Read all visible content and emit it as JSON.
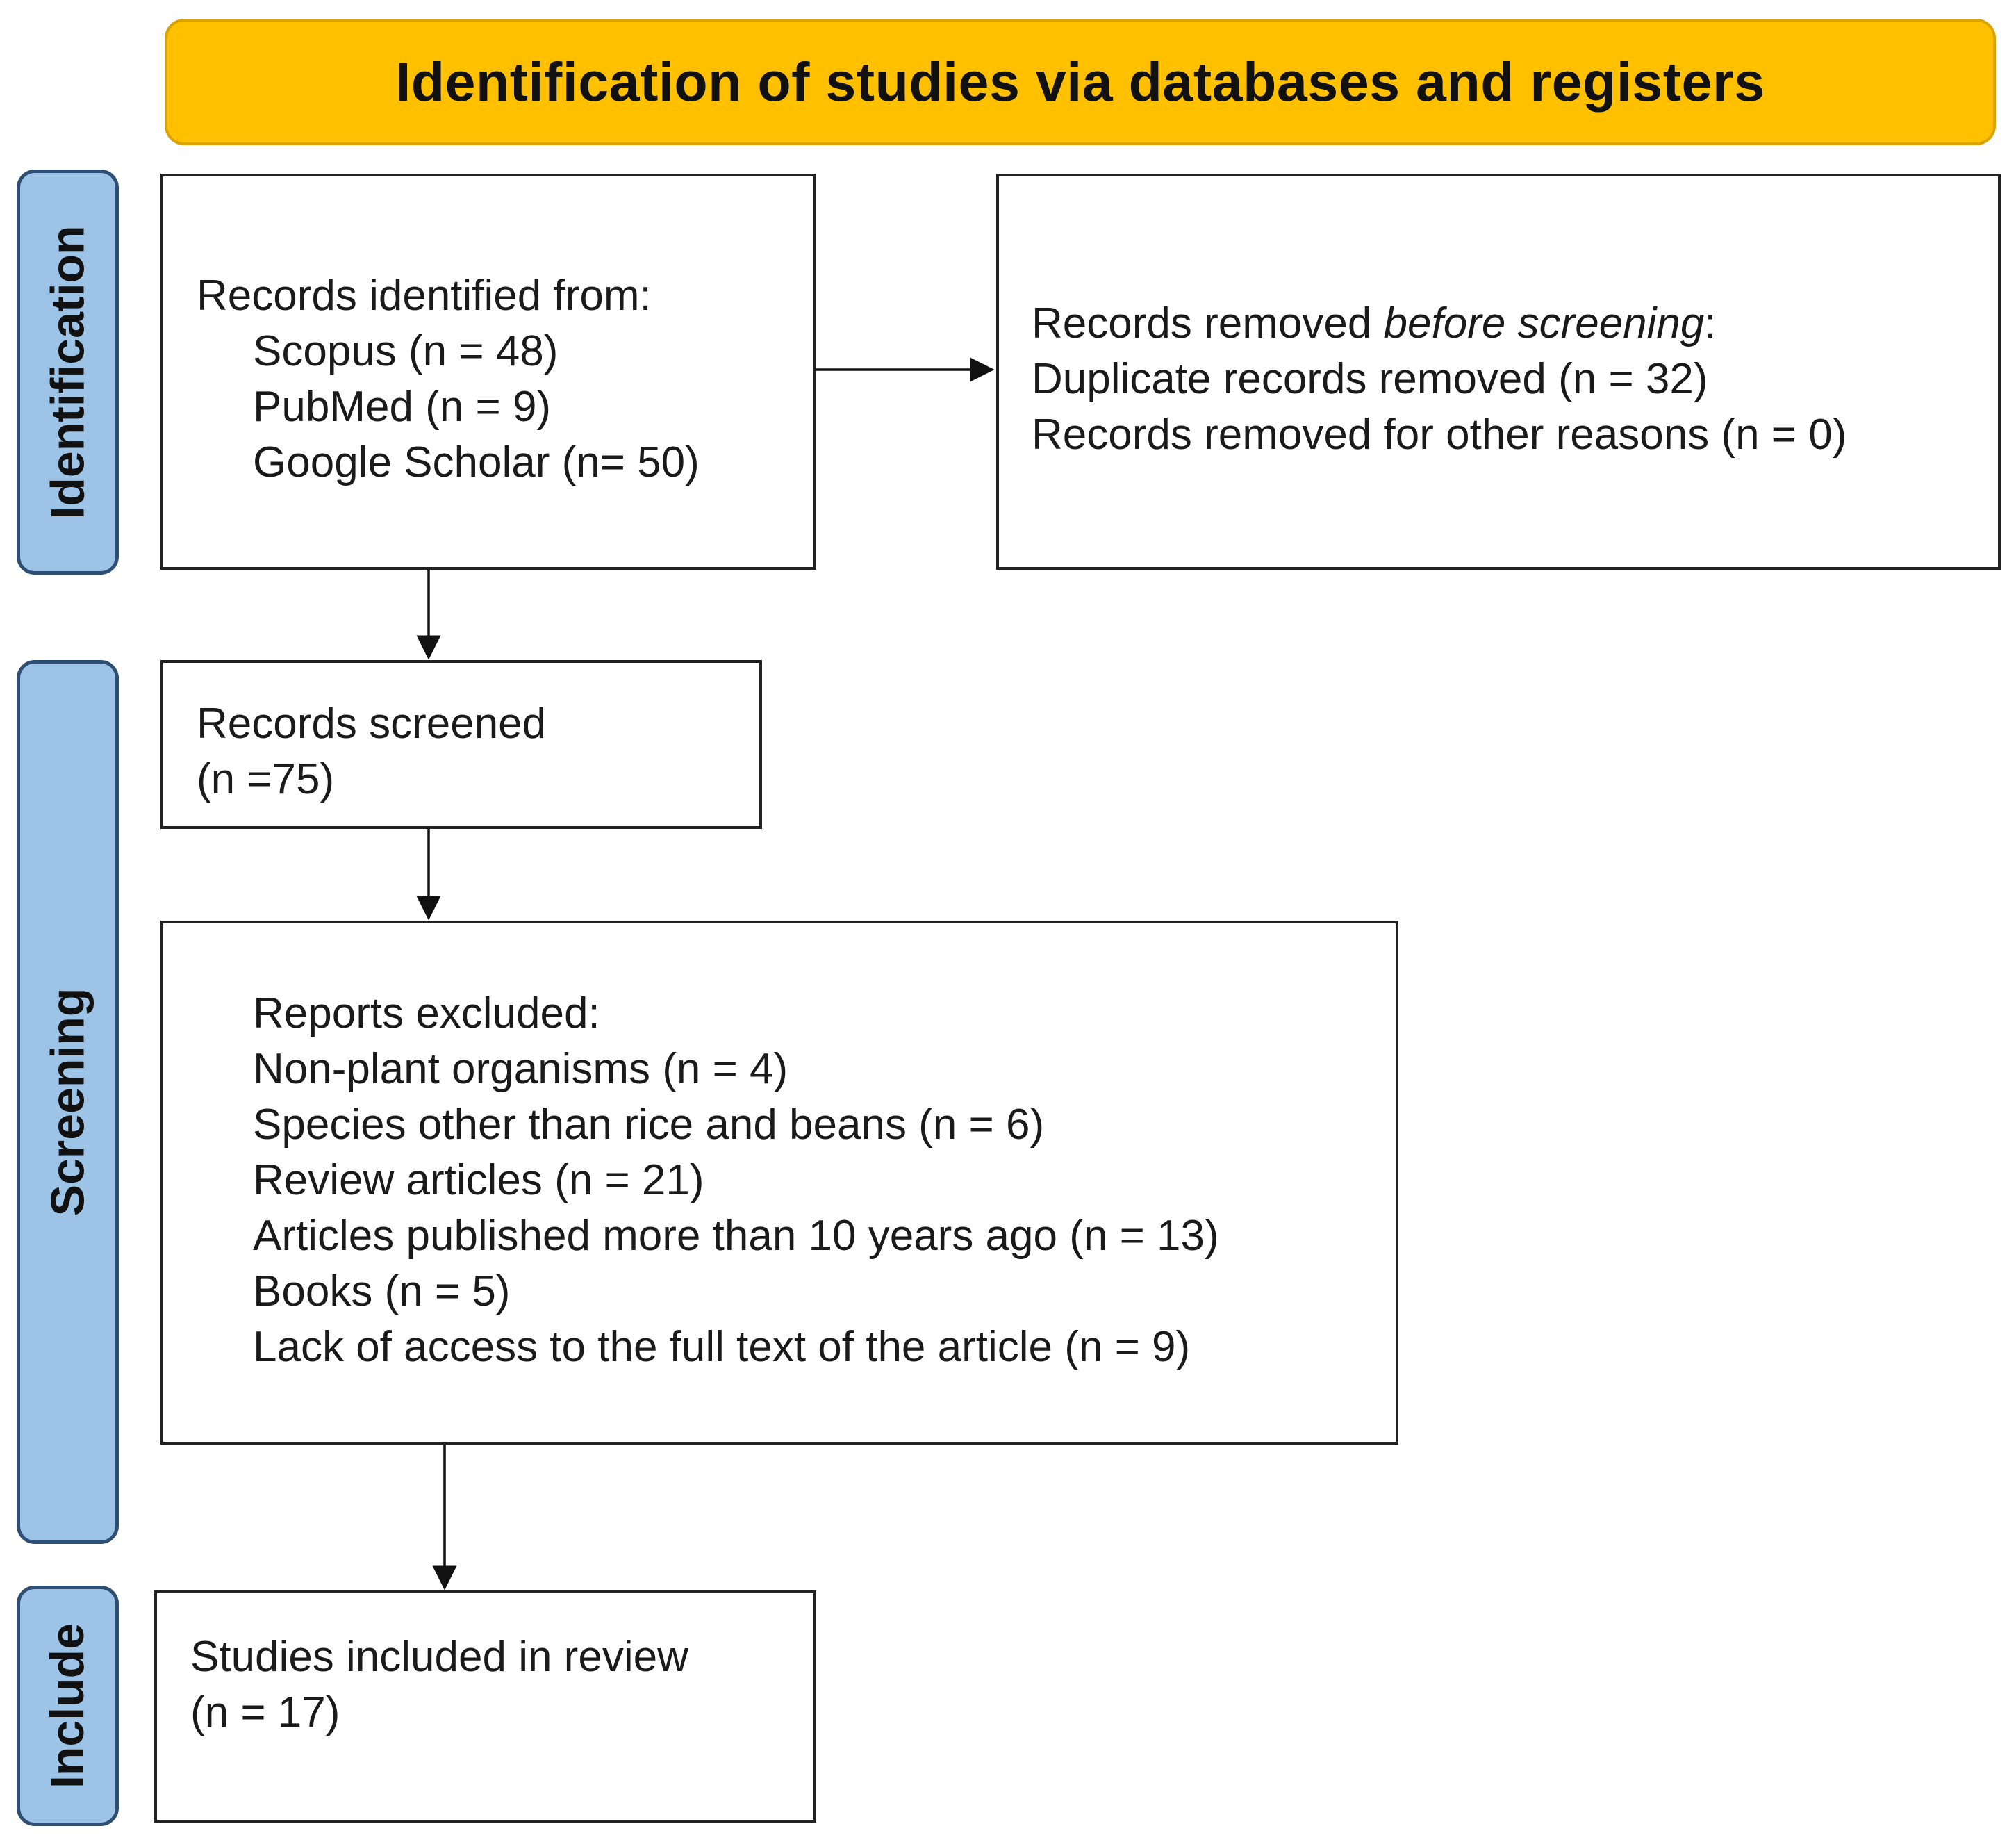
{
  "header": {
    "title": "Identification of studies via databases and registers"
  },
  "phases": {
    "identification": "Identification",
    "screening": "Screening",
    "include": "Include"
  },
  "identified": {
    "heading": "Records identified from:",
    "sources": [
      "Scopus (n = 48)",
      "PubMed (n = 9)",
      "Google Scholar (n= 50)"
    ]
  },
  "removed": {
    "heading_prefix": "Records removed ",
    "heading_emphasis": "before screening",
    "heading_suffix": ":",
    "lines": [
      "Duplicate records removed (n = 32)",
      "Records removed for other reasons (n = 0)"
    ]
  },
  "screened": {
    "lines": [
      "Records screened",
      "(n =75)"
    ]
  },
  "excluded": {
    "heading": "Reports excluded:",
    "reasons": [
      "Non-plant organisms (n = 4)",
      "Species other than rice and beans (n = 6)",
      "Review articles (n = 21)",
      "Articles published more than 10 years ago (n = 13)",
      "Books (n = 5)",
      "Lack of access to the full text of the article (n = 9)"
    ]
  },
  "included": {
    "lines": [
      "Studies included in review",
      "(n = 17)"
    ]
  },
  "colors": {
    "banner_fill": "#FFC000",
    "phase_fill": "#9DC3E6",
    "phase_border": "#2E4F73",
    "box_border": "#222222"
  }
}
